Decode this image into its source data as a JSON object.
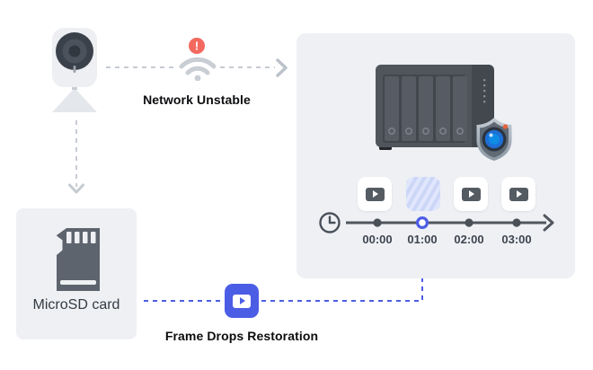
{
  "diagram": {
    "camera": {
      "icon": "ip-camera-icon"
    },
    "network": {
      "label": "Network Unstable",
      "alert_glyph": "!",
      "wifi_icon": "wifi-icon",
      "alert_icon": "alert-badge-icon"
    },
    "nas": {
      "icon": "nas-server-icon",
      "badge_icon": "surveillance-shield-icon",
      "bays": 5
    },
    "recordings": {
      "tiles": [
        {
          "time": "00:00",
          "state": "recorded"
        },
        {
          "time": "01:00",
          "state": "missing"
        },
        {
          "time": "02:00",
          "state": "recorded"
        },
        {
          "time": "03:00",
          "state": "recorded"
        }
      ]
    },
    "timeline": {
      "clock_icon": "clock-icon",
      "ticks": [
        "00:00",
        "01:00",
        "02:00",
        "03:00"
      ],
      "highlighted_tick": "01:00"
    },
    "storage": {
      "label": "MicroSD card",
      "icon": "microsd-card-icon"
    },
    "restoration": {
      "label": "Frame Drops Restoration",
      "icon": "restore-play-icon"
    }
  },
  "colors": {
    "accent_blue": "#4C5DE5",
    "alert_red": "#F4695F",
    "panel_gray": "#EEF0F4",
    "nas_dark": "#51565D",
    "connector_gray": "#C6CBD2",
    "text_dark": "#0C0D0F",
    "lens_blue": "#1E6FD6",
    "hatch_blue": "#CCD6F7"
  }
}
